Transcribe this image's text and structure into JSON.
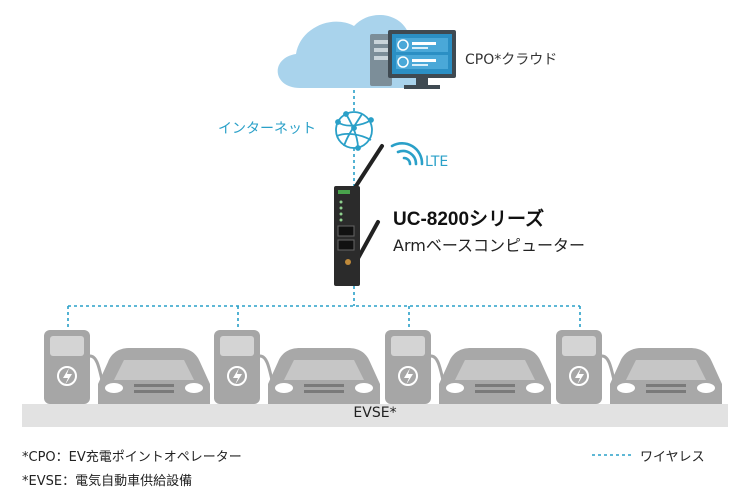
{
  "labels": {
    "cloud": "CPO*クラウド",
    "internet": "インターネット",
    "lte": "LTE",
    "product_title": "UC-8200シリーズ",
    "product_subtitle": "Armベースコンピューター",
    "evse": "EVSE*"
  },
  "footnotes": {
    "cpo": "*CPO：EV充電ポイントオペレーター",
    "evse": "*EVSE：電気自動車供給設備"
  },
  "legend": {
    "wireless": "ワイヤレス"
  },
  "colors": {
    "cloud": "#a9d3ec",
    "wireless": "#2aa0c8",
    "charger": "#a6a6a6",
    "car": "#a8a8a8",
    "ground": "#e2e2e2",
    "device": "#2b2b2b"
  },
  "station_count": 4
}
